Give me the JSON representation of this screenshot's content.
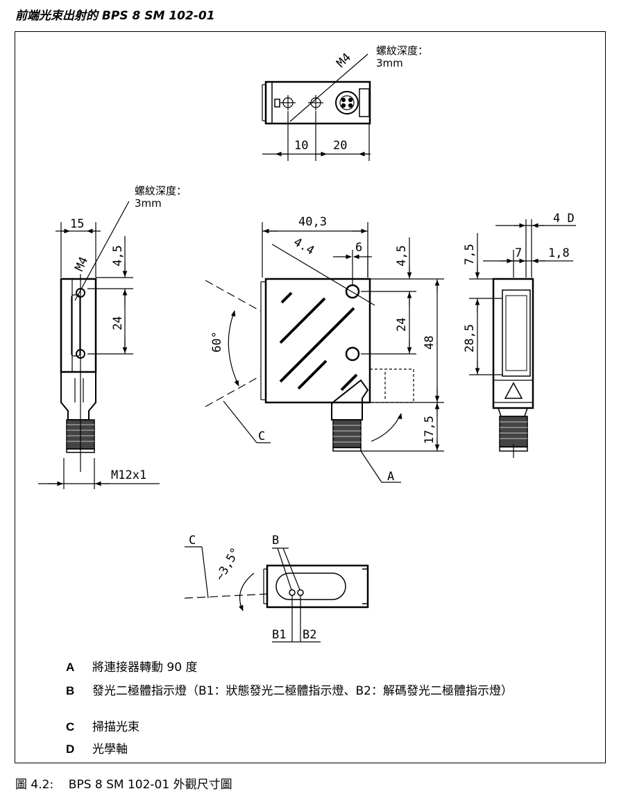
{
  "heading": "前端光束出射的 BPS 8 SM 102-01",
  "top_view": {
    "thread_label": "M4",
    "thread_note": [
      "螺紋深度：",
      "3mm"
    ],
    "dims": [
      "10",
      "20"
    ]
  },
  "left_view": {
    "thread_note": [
      "螺紋深度：",
      "3mm"
    ],
    "dims": [
      "15",
      "M4",
      "4,5",
      "24",
      "M12x1"
    ]
  },
  "front_view": {
    "dims": [
      "40,3",
      "4.4",
      "6",
      "4,5",
      "24",
      "48",
      "17,5",
      "60°"
    ],
    "labels": [
      "A",
      "C"
    ]
  },
  "right_view": {
    "dims": [
      "4 D",
      "7,5",
      "7",
      "1,8",
      "28,5"
    ]
  },
  "bottom_view": {
    "labels": [
      "C",
      "B",
      "B1",
      "B2"
    ],
    "angle": "~3,5°"
  },
  "legend": [
    {
      "key": "A",
      "text": "將連接器轉動 90 度"
    },
    {
      "key": "B",
      "text": "發光二極體指示燈（B1：狀態發光二極體指示燈、B2：解碼發光二極體指示燈）"
    },
    {
      "key": "C",
      "text": "掃描光束"
    },
    {
      "key": "D",
      "text": "光學軸"
    }
  ],
  "caption": "圖 4.2:    BPS 8 SM 102-01 外觀尺寸圖"
}
